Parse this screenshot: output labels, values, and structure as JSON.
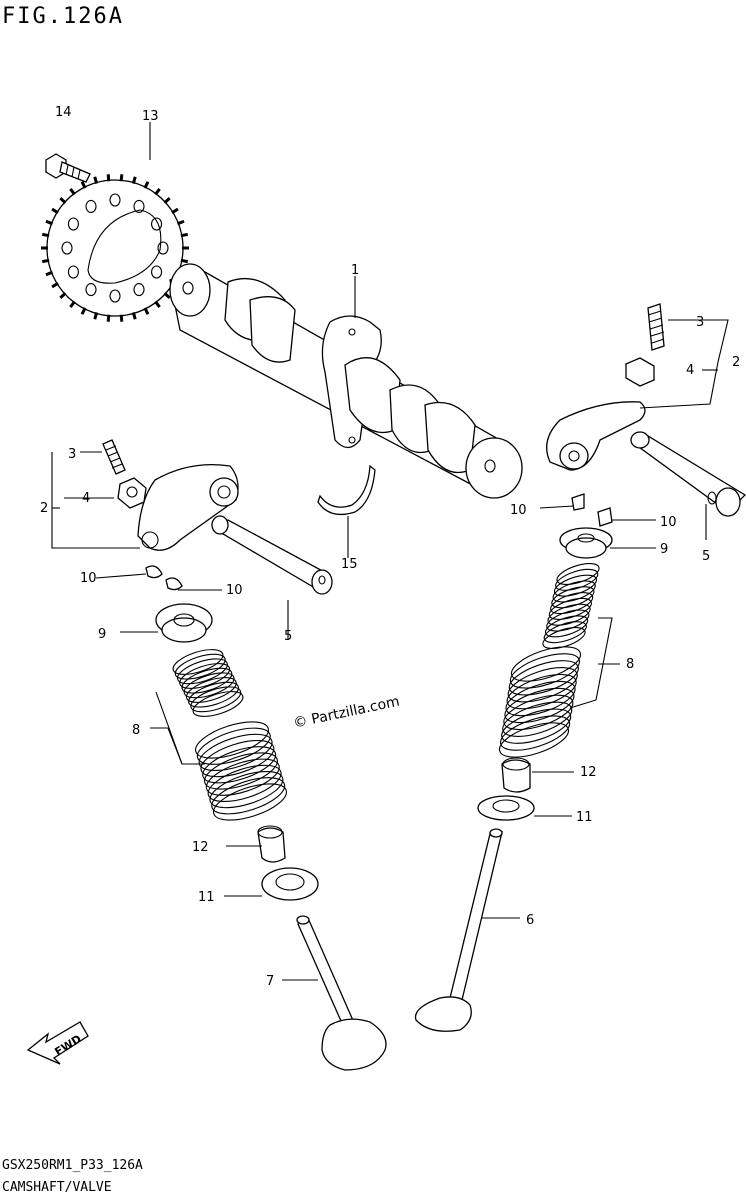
{
  "figure_title": "FIG.126A",
  "model_code": "GSX250RM1_P33_126A",
  "section_title": "CAMSHAFT/VALVE",
  "watermark": "© Partzilla.com",
  "fwd_label": "FWD",
  "callouts": {
    "c1": "1",
    "c2a": "2",
    "c2b": "2",
    "c3a": "3",
    "c3b": "3",
    "c4a": "4",
    "c4b": "4",
    "c5a": "5",
    "c5b": "5",
    "c6": "6",
    "c7": "7",
    "c8a": "8",
    "c8b": "8",
    "c9a": "9",
    "c9b": "9",
    "c10a": "10",
    "c10b": "10",
    "c10c": "10",
    "c10d": "10",
    "c11a": "11",
    "c11b": "11",
    "c12a": "12",
    "c12b": "12",
    "c13": "13",
    "c14": "14",
    "c15": "15"
  }
}
